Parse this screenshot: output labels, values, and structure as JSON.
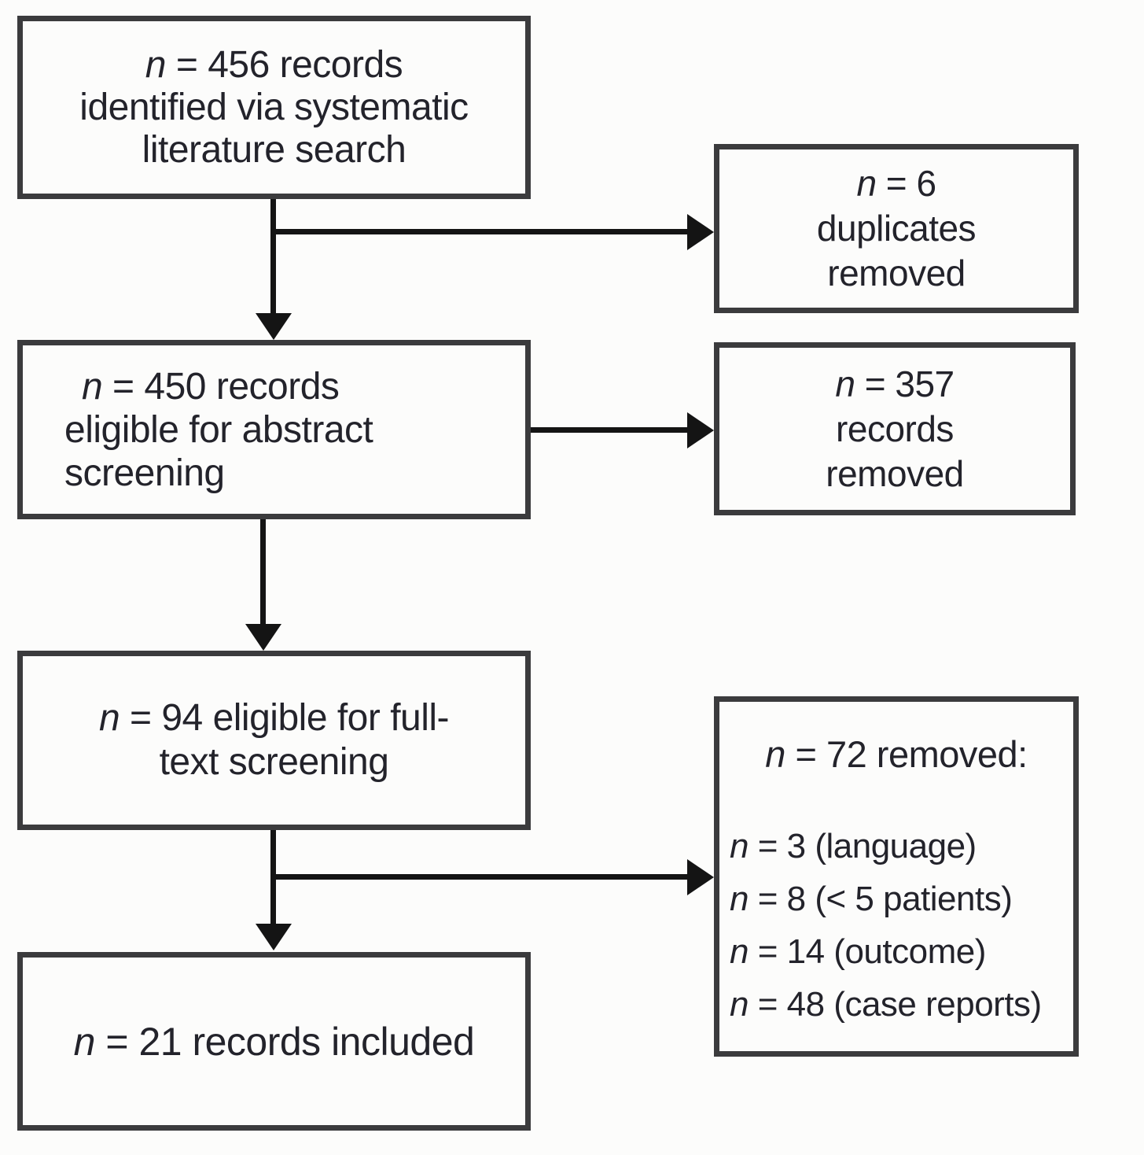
{
  "diagram": {
    "kind": "literature-screening-flowchart",
    "colors": {
      "background": "#fcfcfb",
      "box_border": "#3b3b3d",
      "text": "#23232b",
      "connector": "#141414"
    },
    "boxes": {
      "identified": {
        "lines": [
          "n = 456 records",
          "identified via systematic",
          "literature search"
        ]
      },
      "duplicates_removed": {
        "lines": [
          "n = 6",
          "duplicates",
          "removed"
        ]
      },
      "abstract_screening": {
        "lines": [
          "n = 450 records",
          "eligible for abstract",
          "screening"
        ]
      },
      "records_removed": {
        "lines": [
          "n = 357",
          "records",
          "removed"
        ]
      },
      "fulltext_screening": {
        "lines": [
          "n = 94 eligible for full-",
          "text screening"
        ]
      },
      "fulltext_removed": {
        "header": "n = 72 removed:",
        "items": [
          "n = 3 (language)",
          "n = 8 (< 5 patients)",
          "n = 14 (outcome)",
          "n = 48 (case reports)"
        ]
      },
      "included": {
        "lines": [
          "n = 21 records included"
        ]
      }
    }
  }
}
